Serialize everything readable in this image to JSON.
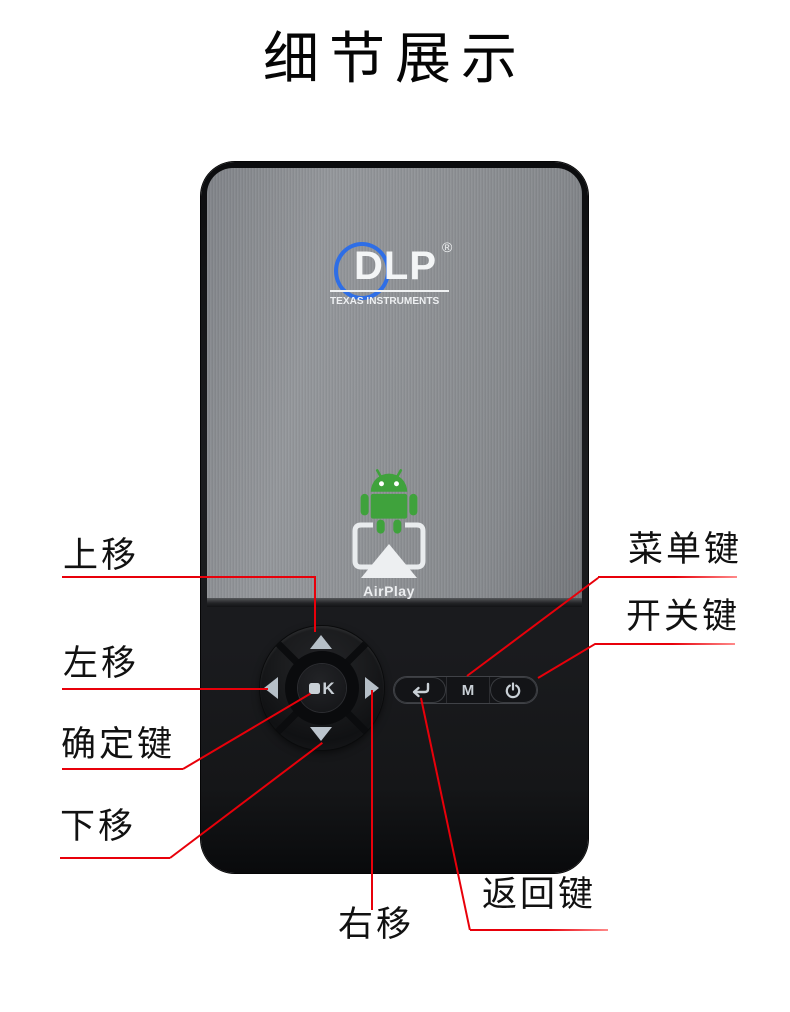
{
  "page": {
    "title": "细节展示"
  },
  "colors": {
    "callout_red": "#e8000a",
    "dlp_blue": "#2e6ee6",
    "android_green": "#3fa23c",
    "panel_gray": "#8e9195",
    "device_black": "#17181a"
  },
  "device": {
    "logo": {
      "name": "DLP",
      "registered": "®",
      "subtitle": "TEXAS INSTRUMENTS"
    },
    "airplay": {
      "label": "AirPlay"
    },
    "dpad": {
      "ok_label": "K"
    },
    "side_buttons": {
      "menu_label": "M"
    }
  },
  "callouts": {
    "up": {
      "label": "上移"
    },
    "left": {
      "label": "左移"
    },
    "ok": {
      "label": "确定键"
    },
    "down": {
      "label": "下移"
    },
    "menu": {
      "label": "菜单键"
    },
    "power": {
      "label": "开关键"
    },
    "right": {
      "label": "右移"
    },
    "back": {
      "label": "返回键"
    }
  }
}
